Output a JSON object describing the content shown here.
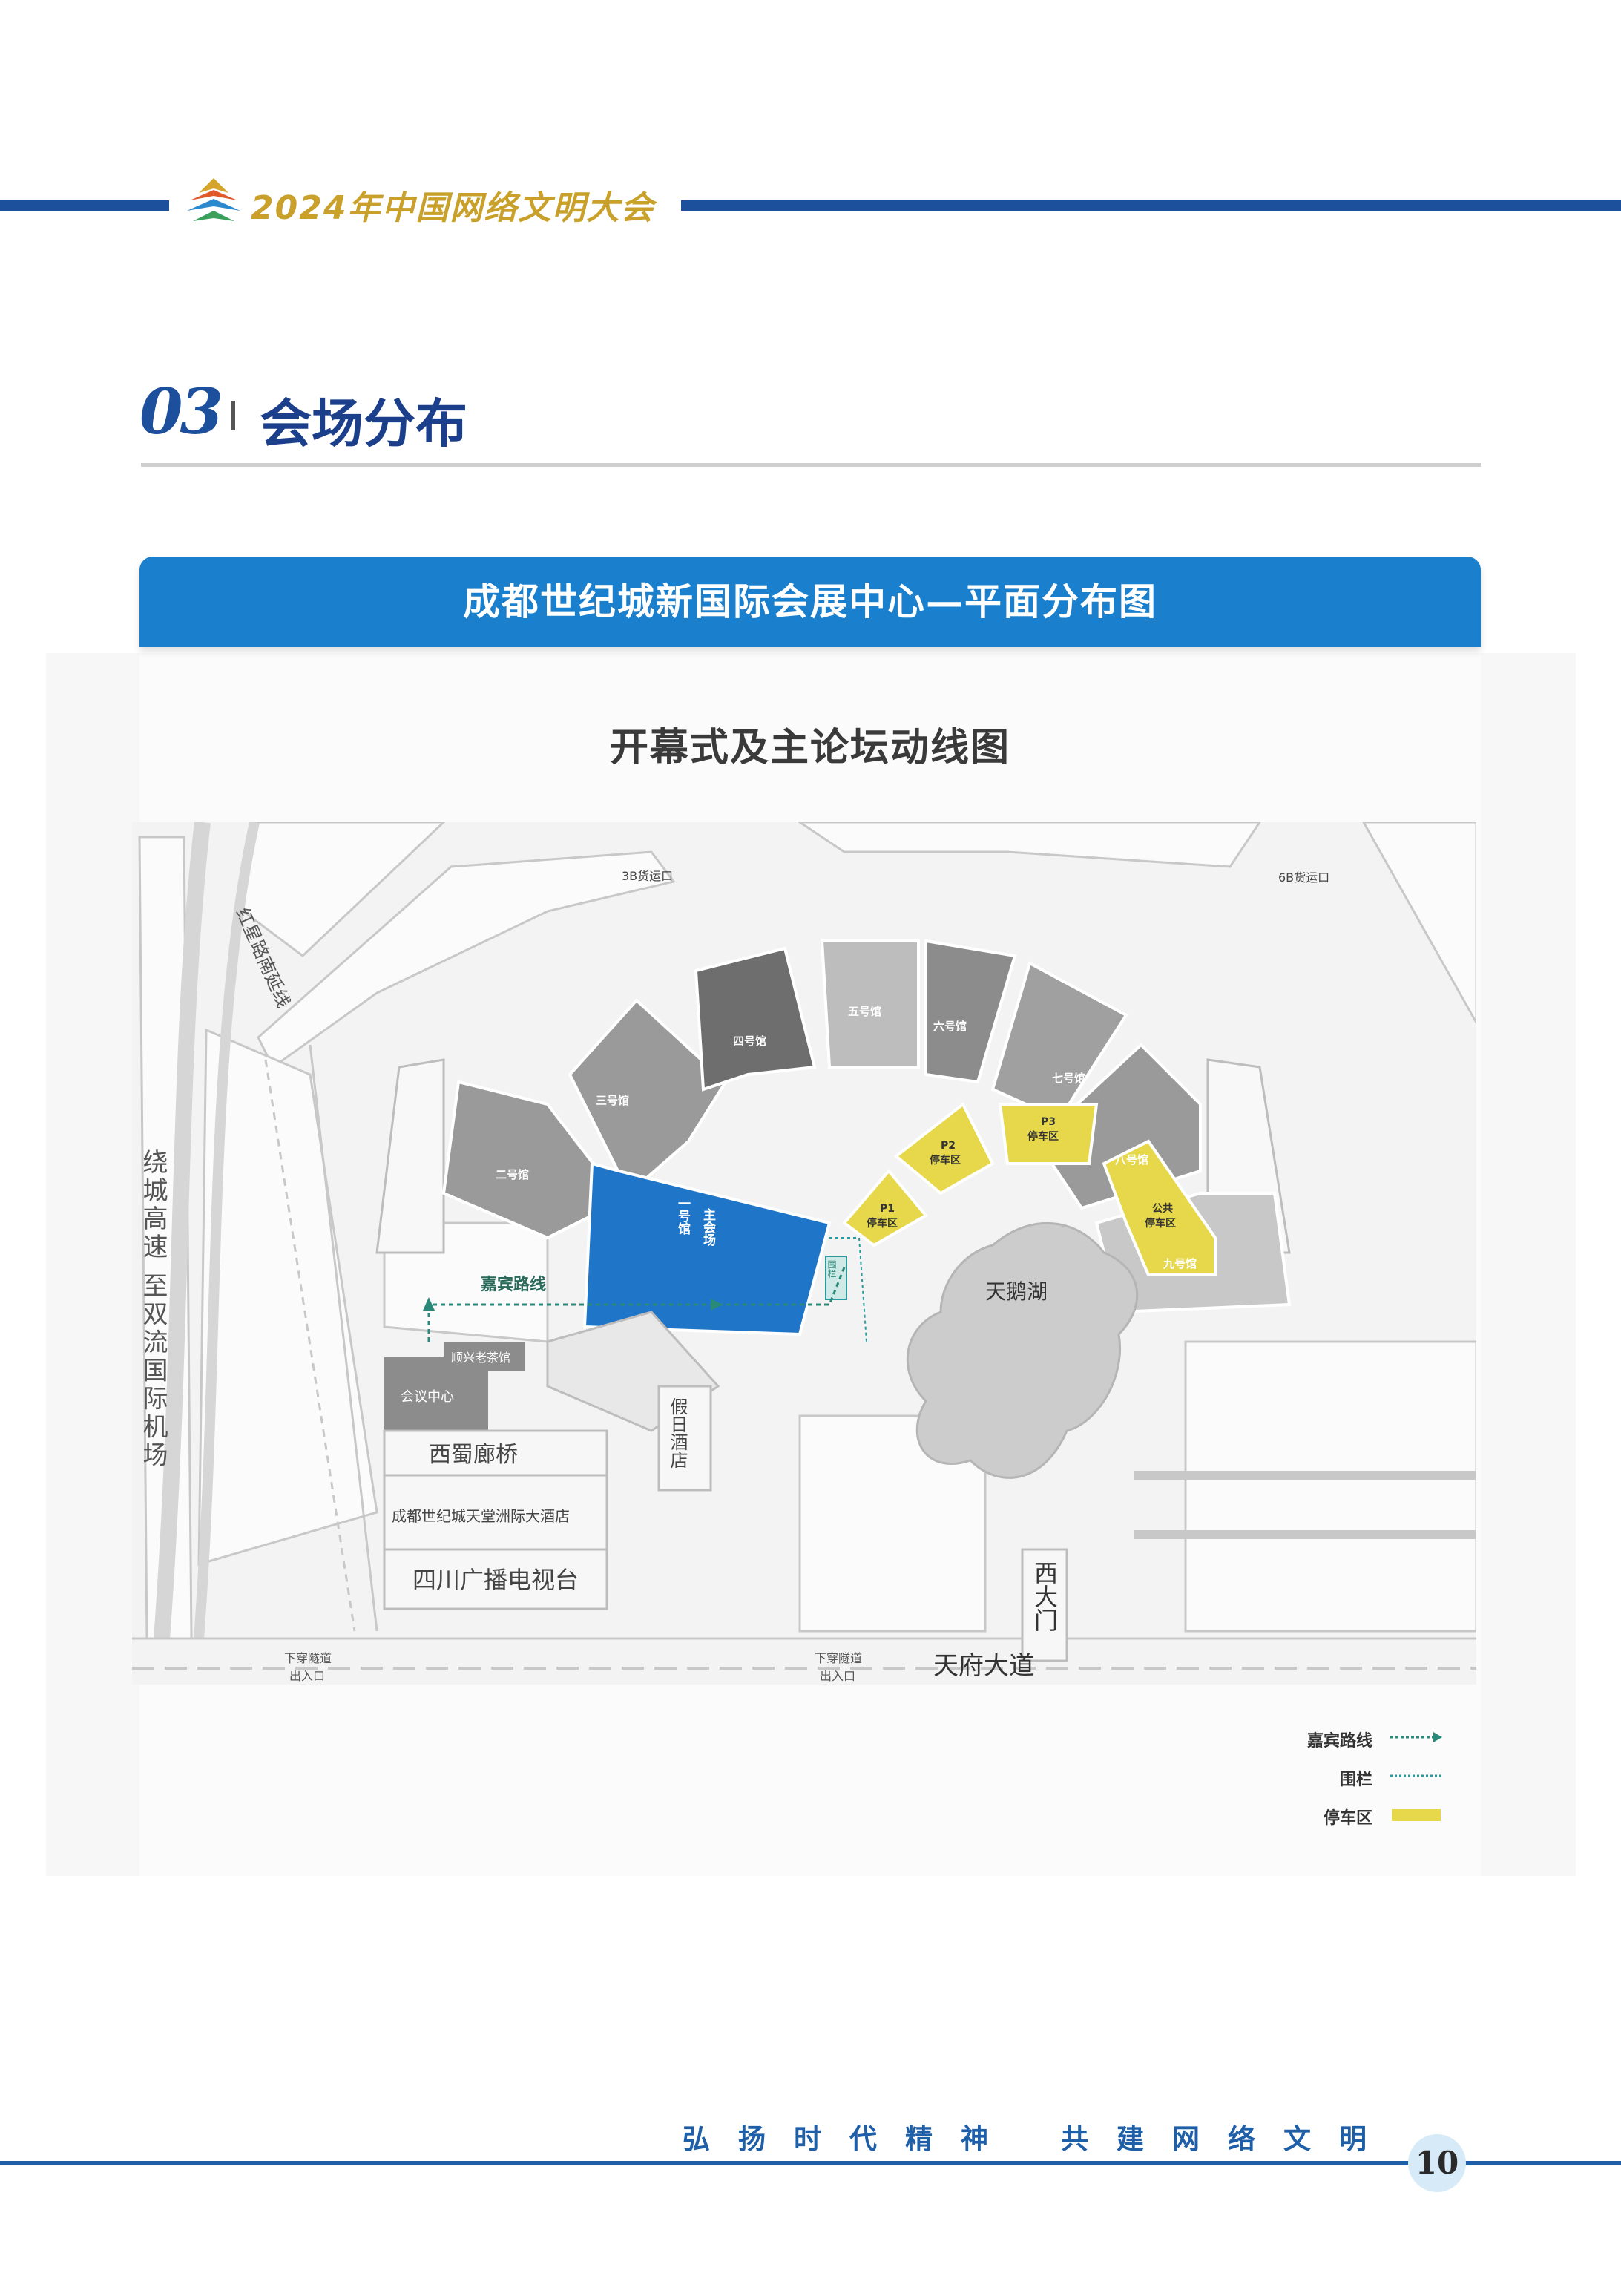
{
  "header": {
    "title": "2024年中国网络文明大会"
  },
  "section": {
    "number": "03",
    "title": "会场分布"
  },
  "banner": {
    "title": "成都世纪城新国际会展中心—平面分布图"
  },
  "map": {
    "title": "开幕式及主论坛动线图",
    "halls": {
      "h1a": "一号馆",
      "h1b": "主会场",
      "h2": "二号馆",
      "h3": "三号馆",
      "h4": "四号馆",
      "h5": "五号馆",
      "h6": "六号馆",
      "h7": "七号馆",
      "h8": "八号馆",
      "h9": "九号馆"
    },
    "parking": {
      "p1a": "P1",
      "p1b": "停车区",
      "p2a": "P2",
      "p2b": "停车区",
      "p3a": "P3",
      "p3b": "停车区",
      "pa": "公共",
      "pb": "停车区"
    },
    "labels": {
      "dock3b": "3B货运口",
      "dock6b": "6B货运口",
      "road_north": "红星路南延线",
      "highway": "绕城高速 至双流国际机场",
      "vip_route": "嘉宾路线",
      "conf_center": "会议中心",
      "teahouse": "顺兴老茶馆",
      "holiday_hotel": "假日酒店",
      "bridge": "西蜀廊桥",
      "hotel": "成都世纪城天堂洲际大酒店",
      "tv": "四川广播电视台",
      "lake": "天鹅湖",
      "west_gate": "西大门",
      "tianfu": "天府大道",
      "tunnel1a": "下穿隧道",
      "tunnel1b": "出入口",
      "tunnel2a": "下穿隧道",
      "tunnel2b": "出入口",
      "fence_tag": "围栏"
    },
    "legend": [
      {
        "label": "嘉宾路线",
        "color": "#2a8a7a"
      },
      {
        "label": "围栏",
        "color": "#2a9a9a"
      },
      {
        "label": "停车区",
        "color": "#e6d84a"
      }
    ]
  },
  "footer": {
    "slogan1": "弘扬时代精神",
    "slogan2": "共建网络文明",
    "page": "10"
  }
}
